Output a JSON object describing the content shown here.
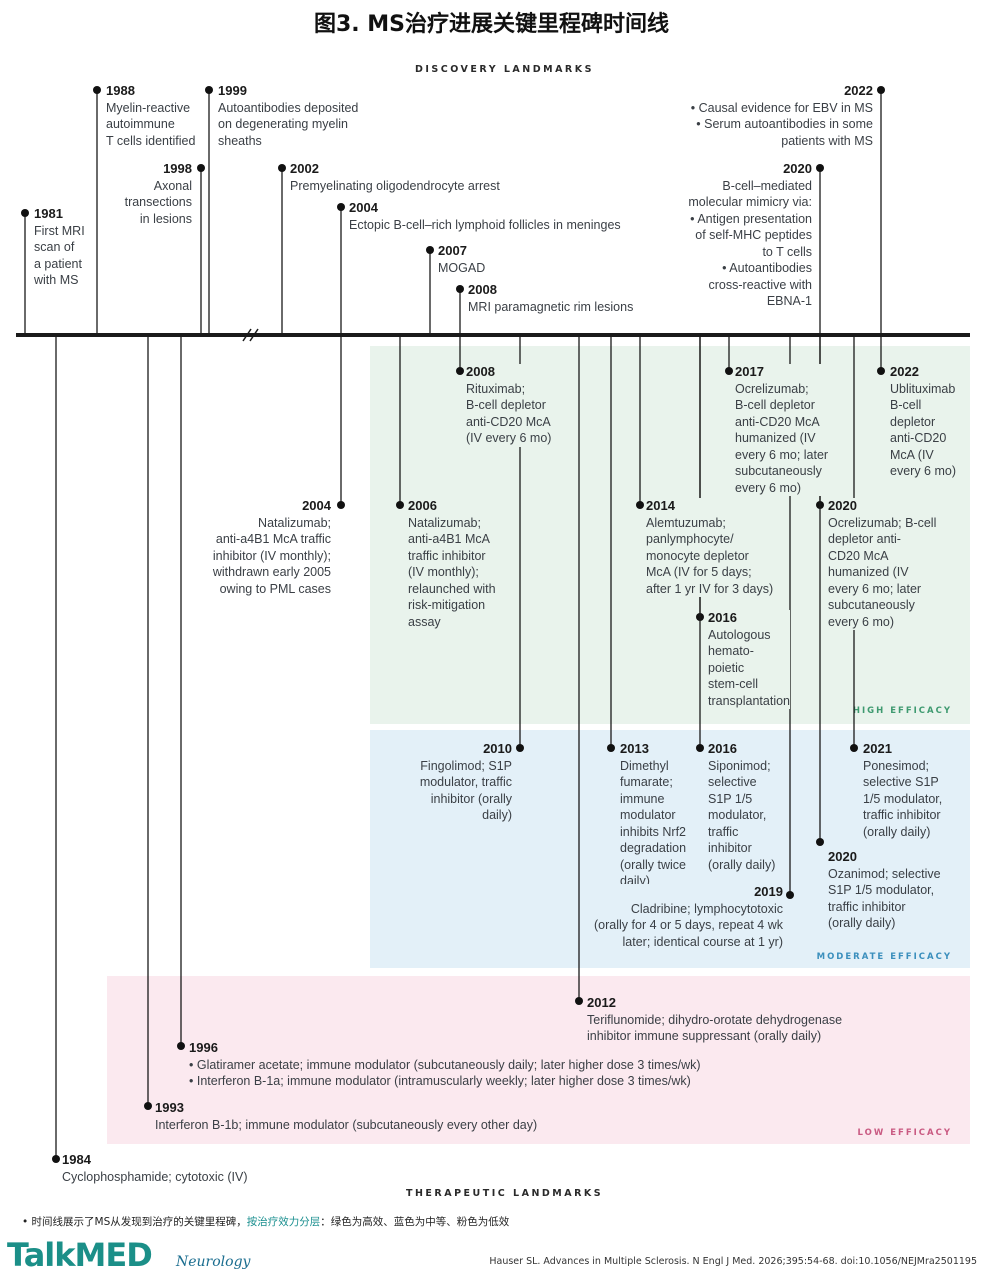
{
  "title": "图3. MS治疗进展关键里程碑时间线",
  "discovery_label": "DISCOVERY LANDMARKS",
  "therapeutic_label": "THERAPEUTIC LANDMARKS",
  "bands": {
    "high": "HIGH EFFICACY",
    "moderate": "MODERATE EFFICACY",
    "low": "LOW EFFICACY"
  },
  "discovery": [
    {
      "year": "1981",
      "lines": [
        "First MRI",
        "scan of",
        "a patient",
        "with MS"
      ]
    },
    {
      "year": "1988",
      "lines": [
        "Myelin-reactive",
        "autoimmune",
        "T cells identified"
      ]
    },
    {
      "year": "1998",
      "lines": [
        "Axonal",
        "transections",
        "in lesions"
      ]
    },
    {
      "year": "1999",
      "lines": [
        "Autoantibodies deposited",
        "on degenerating myelin",
        "sheaths"
      ]
    },
    {
      "year": "2002",
      "lines": [
        "Premyelinating oligodendrocyte arrest"
      ]
    },
    {
      "year": "2004",
      "lines": [
        "Ectopic B-cell–rich lymphoid follicles in meninges"
      ]
    },
    {
      "year": "2007",
      "lines": [
        "MOGAD"
      ]
    },
    {
      "year": "2008",
      "lines": [
        "MRI paramagnetic rim lesions"
      ]
    },
    {
      "year": "2020",
      "lines": [
        "B-cell–mediated",
        "molecular mimicry via:",
        "• Antigen presentation",
        "of self-MHC peptides",
        "to T cells",
        "• Autoantibodies",
        "cross-reactive with",
        "EBNA-1"
      ]
    },
    {
      "year": "2022",
      "lines": [
        "• Causal evidence for EBV in MS",
        "• Serum autoantibodies in some",
        "patients with MS"
      ]
    }
  ],
  "therapeutic": [
    {
      "year": "2008",
      "lines": [
        "Rituximab;",
        "B-cell depletor",
        "anti-CD20 McA",
        "(IV every 6 mo)"
      ]
    },
    {
      "year": "2017",
      "lines": [
        "Ocrelizumab;",
        "B-cell depletor",
        "anti-CD20 McA",
        "humanized (IV",
        "every 6 mo; later",
        "subcutaneously",
        "every 6 mo)"
      ]
    },
    {
      "year": "2022",
      "lines": [
        "Ublituximab",
        "B-cell",
        "depletor",
        "anti-CD20",
        "McA (IV",
        "every 6 mo)"
      ]
    },
    {
      "year": "2004",
      "lines": [
        "Natalizumab;",
        "anti-a4B1 McA traffic",
        "inhibitor (IV monthly);",
        "withdrawn early 2005",
        "owing to PML cases"
      ]
    },
    {
      "year": "2006",
      "lines": [
        "Natalizumab;",
        "anti-a4B1 McA",
        "traffic inhibitor",
        "(IV monthly);",
        "relaunched with",
        "risk-mitigation",
        "assay"
      ]
    },
    {
      "year": "2014",
      "lines": [
        "Alemtuzumab;",
        "panlymphocyte/",
        "monocyte depletor",
        "McA (IV for 5 days;",
        "after 1 yr IV for 3 days)"
      ]
    },
    {
      "year": "2020",
      "lines": [
        "Ocrelizumab; B-cell",
        "depletor anti-",
        "CD20 McA",
        "humanized (IV",
        "every 6 mo; later",
        "subcutaneously",
        "every 6 mo)"
      ]
    },
    {
      "year": "2016",
      "lines": [
        "Autologous",
        "hemato-",
        "poietic",
        "stem-cell",
        "transplantation"
      ]
    },
    {
      "year": "2010",
      "lines": [
        "Fingolimod; S1P",
        "modulator, traffic",
        "inhibitor (orally",
        "daily)"
      ]
    },
    {
      "year": "2013",
      "lines": [
        "Dimethyl",
        "fumarate;",
        "immune",
        "modulator",
        "inhibits Nrf2",
        "degradation",
        "(orally twice",
        "daily)"
      ]
    },
    {
      "year": "2016",
      "lines": [
        "Siponimod;",
        "selective",
        "S1P 1/5",
        "modulator,",
        "traffic",
        "inhibitor",
        "(orally daily)"
      ]
    },
    {
      "year": "2021",
      "lines": [
        "Ponesimod;",
        "selective S1P",
        "1/5 modulator,",
        "traffic inhibitor",
        "(orally daily)"
      ]
    },
    {
      "year": "2020",
      "lines": [
        "Ozanimod; selective",
        "S1P 1/5 modulator,",
        "traffic inhibitor",
        "(orally daily)"
      ]
    },
    {
      "year": "2019",
      "lines": [
        "Cladribine; lymphocytotoxic",
        "(orally for 4 or 5 days, repeat 4 wk",
        "later; identical course at 1 yr)"
      ]
    },
    {
      "year": "2012",
      "lines": [
        "Teriflunomide; dihydro-orotate dehydrogenase",
        "inhibitor immune suppressant (orally daily)"
      ]
    },
    {
      "year": "1996",
      "lines": [
        "• Glatiramer acetate; immune modulator (subcutaneously daily; later higher dose 3 times/wk)",
        "• Interferon B-1a; immune modulator (intramuscularly weekly; later higher dose 3 times/wk)"
      ]
    },
    {
      "year": "1993",
      "lines": [
        "Interferon B-1b; immune modulator (subcutaneously every other day)"
      ]
    },
    {
      "year": "1984",
      "lines": [
        "Cyclophosphamide; cytotoxic (IV)"
      ]
    }
  ],
  "footer": {
    "note_prefix": "•  时间线展示了MS从发现到治疗的关键里程碑，",
    "note_highlight": "按治疗效力分层",
    "note_suffix": "：绿色为高效、蓝色为中等、粉色为低效",
    "logo": "TalkMED",
    "logo_sub": "Neurology",
    "citation": "Hauser SL. Advances in Multiple Sclerosis. N Engl J Med. 2026;395:54-68. doi:10.1056/NEJMra2501195"
  }
}
